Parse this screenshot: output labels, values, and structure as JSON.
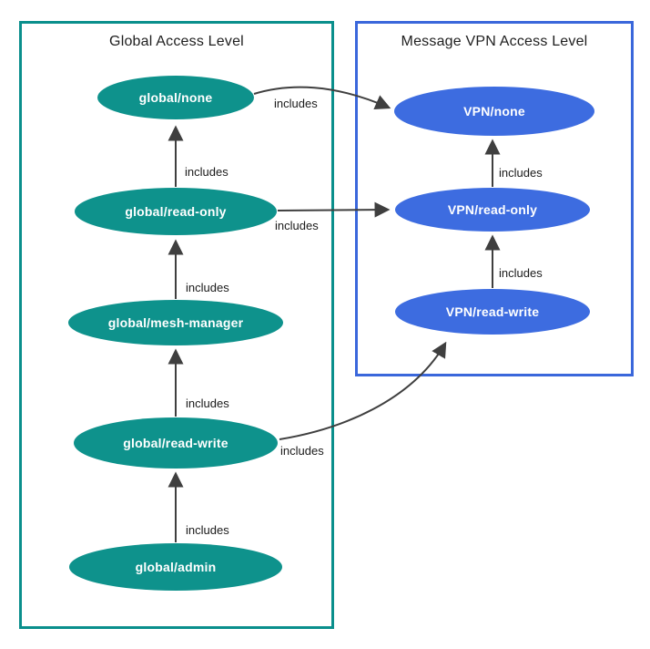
{
  "diagram": {
    "groups": [
      {
        "title": "Global Access Level"
      },
      {
        "title": "Message VPN Access Level"
      }
    ],
    "nodes": [
      {
        "id": "global/none",
        "label": "global/none",
        "group": "Global Access Level"
      },
      {
        "id": "global/read-only",
        "label": "global/read-only",
        "group": "Global Access Level"
      },
      {
        "id": "global/mesh-manager",
        "label": "global/mesh-manager",
        "group": "Global Access Level"
      },
      {
        "id": "global/read-write",
        "label": "global/read-write",
        "group": "Global Access Level"
      },
      {
        "id": "global/admin",
        "label": "global/admin",
        "group": "Global Access Level"
      },
      {
        "id": "VPN/none",
        "label": "VPN/none",
        "group": "Message VPN Access Level"
      },
      {
        "id": "VPN/read-only",
        "label": "VPN/read-only",
        "group": "Message VPN Access Level"
      },
      {
        "id": "VPN/read-write",
        "label": "VPN/read-write",
        "group": "Message VPN Access Level"
      }
    ],
    "edges": [
      {
        "from": "global/read-only",
        "to": "global/none",
        "label": "includes"
      },
      {
        "from": "global/mesh-manager",
        "to": "global/read-only",
        "label": "includes"
      },
      {
        "from": "global/read-write",
        "to": "global/mesh-manager",
        "label": "includes"
      },
      {
        "from": "global/admin",
        "to": "global/read-write",
        "label": "includes"
      },
      {
        "from": "global/none",
        "to": "VPN/none",
        "label": "includes"
      },
      {
        "from": "global/read-only",
        "to": "VPN/read-only",
        "label": "includes"
      },
      {
        "from": "global/read-write",
        "to": "VPN/read-write",
        "label": "includes"
      },
      {
        "from": "VPN/read-write",
        "to": "VPN/read-only",
        "label": "includes"
      },
      {
        "from": "VPN/read-only",
        "to": "VPN/none",
        "label": "includes"
      }
    ],
    "colors": {
      "global_node": "#0E928C",
      "global_border": "#0A8F8C",
      "vpn_node": "#3D6CE0",
      "vpn_border": "#3A67DB",
      "arrow": "#3F3F3F"
    }
  }
}
